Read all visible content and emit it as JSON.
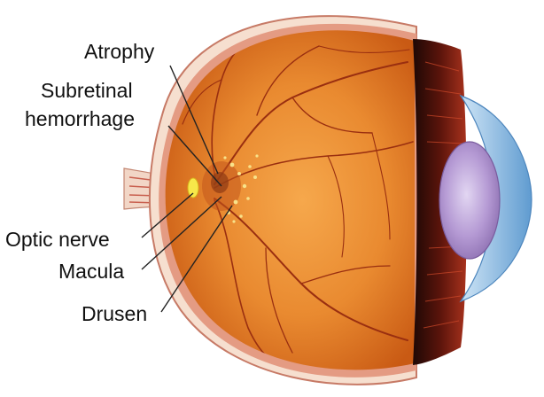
{
  "labels": {
    "atrophy": "Atrophy",
    "subretinal_line1": "Subretinal",
    "subretinal_line2": "hemorrhage",
    "optic_nerve": "Optic nerve",
    "macula": "Macula",
    "drusen": "Drusen"
  },
  "colors": {
    "background": "#ffffff",
    "retina_light": "#f3a046",
    "retina_mid": "#e4802a",
    "retina_dark": "#c95a14",
    "vessel": "#9a2f10",
    "sclera": "#f6dfcf",
    "sclera_edge": "#c77a66",
    "ciliary_dark": "#2a0c08",
    "ciliary_red": "#8a1f12",
    "lens": "#b59ad4",
    "cornea": "#7fb3e0",
    "optic_disc": "#f7e84a",
    "leader_line": "#222222"
  }
}
